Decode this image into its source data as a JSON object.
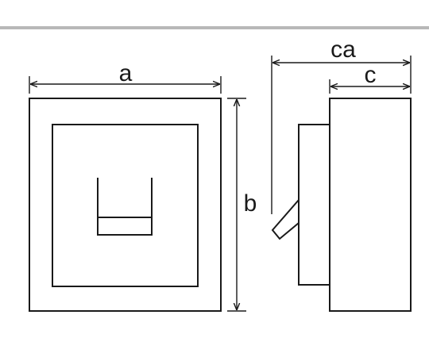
{
  "diagram": {
    "labels": {
      "width": "a",
      "height": "b",
      "total_depth": "ca",
      "body_depth": "c"
    },
    "colors": {
      "stroke": "#1a1a1a",
      "header_bar": "#b8b8b8",
      "background": "#ffffff"
    }
  }
}
